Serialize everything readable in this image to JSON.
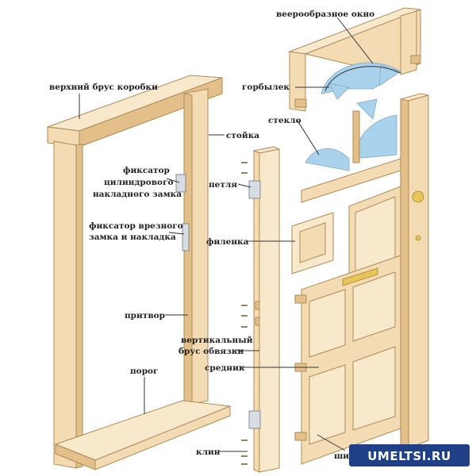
{
  "labels": {
    "fan_window": "веерообразное окно",
    "top_bar": "верхний брус коробки",
    "glazing_bar": "горбылек",
    "glass": "стекло",
    "stile_post": "стойка",
    "cyl_lock_keeper_1": "фиксатор",
    "cyl_lock_keeper_2": "цилиндрового",
    "cyl_lock_keeper_3": "накладного замка",
    "hinge": "петля",
    "mortise_keeper_1": "фиксатор врезного",
    "mortise_keeper_2": "замка и накладка",
    "panel": "филенка",
    "rebate": "притвор",
    "vertical_stile_1": "вертикальный",
    "vertical_stile_2": "брус обвязки",
    "mid_rail": "средник",
    "threshold": "порог",
    "wedges": "клин",
    "tenon": "шип"
  },
  "watermark": "UMELTSI.RU",
  "colors": {
    "wood": "#f3dcb4",
    "wood_dark": "#e3c08a",
    "glass": "#a9d3ec",
    "watermark_bg": "#1f3f86"
  }
}
